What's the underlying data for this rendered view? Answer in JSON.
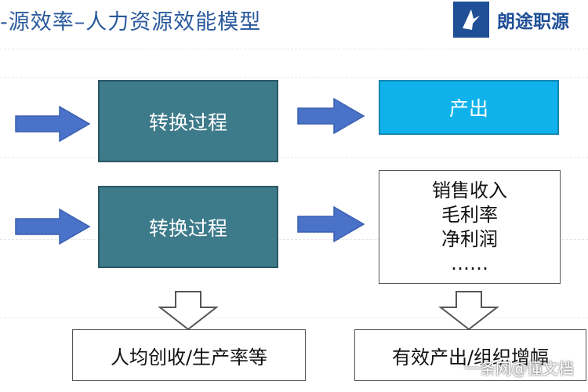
{
  "header": {
    "title": "-源效率–人力资源效能模型",
    "brand_name": "朗途职源"
  },
  "diagram": {
    "process_top": "转换过程",
    "process_bottom": "转换过程",
    "output": "产出",
    "metrics": [
      "销售收入",
      "毛利率",
      "净利润",
      "……"
    ],
    "result_left": "人均创收/生产率等",
    "result_right": "有效产出/组织增幅"
  },
  "watermark": "一条网@懂文档",
  "colors": {
    "title_text": "#2a5a9c",
    "brand_blue": "#1f4f97",
    "process_fill": "#3d7a8a",
    "output_fill": "#0fb2ea",
    "arrow_fill": "#4a72c8"
  }
}
